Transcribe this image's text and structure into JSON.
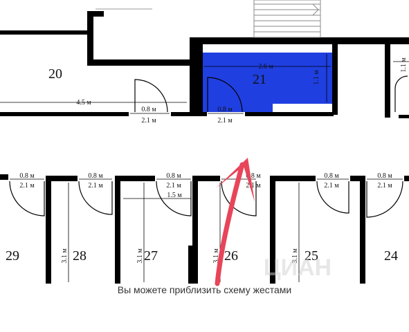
{
  "rooms": {
    "r20": "20",
    "r21": "21",
    "r29": "29",
    "r28": "28",
    "r27": "27",
    "r26": "26",
    "r25": "25",
    "r24": "24"
  },
  "dims": {
    "r20_width": "4.5 м",
    "r21_width": "2.6 м",
    "r21_depth": "1.1 м",
    "door": "0.8 м",
    "opening": "2.1 м",
    "r27_inner": "1.5 м",
    "cell_depth": "3.1 м"
  },
  "hint": "Вы можете приблизить схему жестами",
  "colors": {
    "selected_room": "#1f3fe0",
    "arrow": "#e8455a",
    "wall": "#000000"
  },
  "watermark": "ЦИАН"
}
